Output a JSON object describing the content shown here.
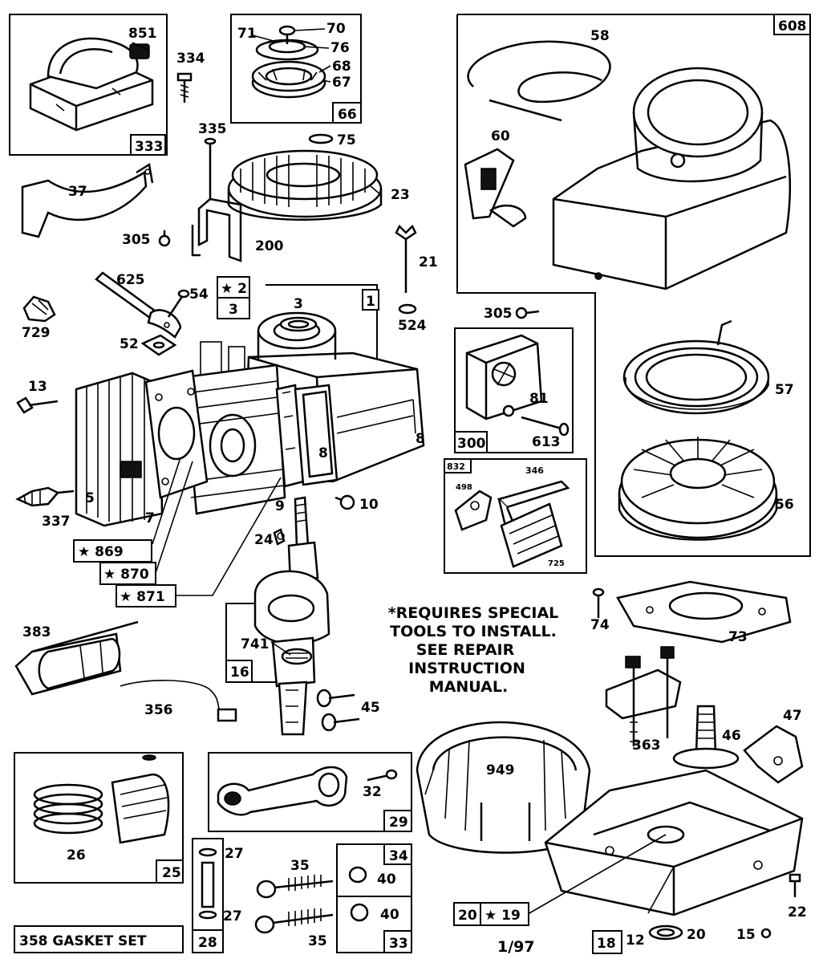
{
  "labels": {
    "p851": "851",
    "p334": "334",
    "p333": "333",
    "p70": "70",
    "p71": "71",
    "p76": "76",
    "p68": "68",
    "p67": "67",
    "p66": "66",
    "p58": "58",
    "p608": "608",
    "p60": "60",
    "p335": "335",
    "p75": "75",
    "p23": "23",
    "p37": "37",
    "p305a": "305",
    "p200": "200",
    "p21": "21",
    "p625": "625",
    "p54": "54",
    "p2": "★ 2",
    "p3box": "3",
    "p3": "3",
    "p1": "1",
    "p729": "729",
    "p524": "524",
    "p305b": "305",
    "p52": "52",
    "p13": "13",
    "p57": "57",
    "p81": "81",
    "p8": "8",
    "p300": "300",
    "p613": "613",
    "p832": "832",
    "p346": "346",
    "p498": "498",
    "p725": "725",
    "p56": "56",
    "p5": "5",
    "p337": "337",
    "p7": "7",
    "p9": "9",
    "p10": "10",
    "p24": "24",
    "p869": "★ 869",
    "p870": "★ 870",
    "p871": "★ 871",
    "p383": "383",
    "p741": "741",
    "p16": "16",
    "p74": "74",
    "p73": "73",
    "p356": "356",
    "p45": "45",
    "p47": "47",
    "p46": "46",
    "p363": "363",
    "p949": "949",
    "p32": "32",
    "p29": "29",
    "p26": "26",
    "p25": "25",
    "p27a": "27",
    "p27b": "27",
    "p28": "28",
    "p35a": "35",
    "p34": "34",
    "p40a": "40",
    "p35b": "35",
    "p40b": "40",
    "p33": "33",
    "p20box": "20",
    "p19": "★ 19",
    "p18": "18",
    "p12": "12",
    "p20": "20",
    "p15": "15",
    "p22": "22",
    "gasket": "358 GASKET SET",
    "date": "1/97"
  },
  "note": [
    "*REQUIRES SPECIAL",
    "TOOLS TO INSTALL.",
    "SEE REPAIR",
    "INSTRUCTION",
    "MANUAL."
  ]
}
